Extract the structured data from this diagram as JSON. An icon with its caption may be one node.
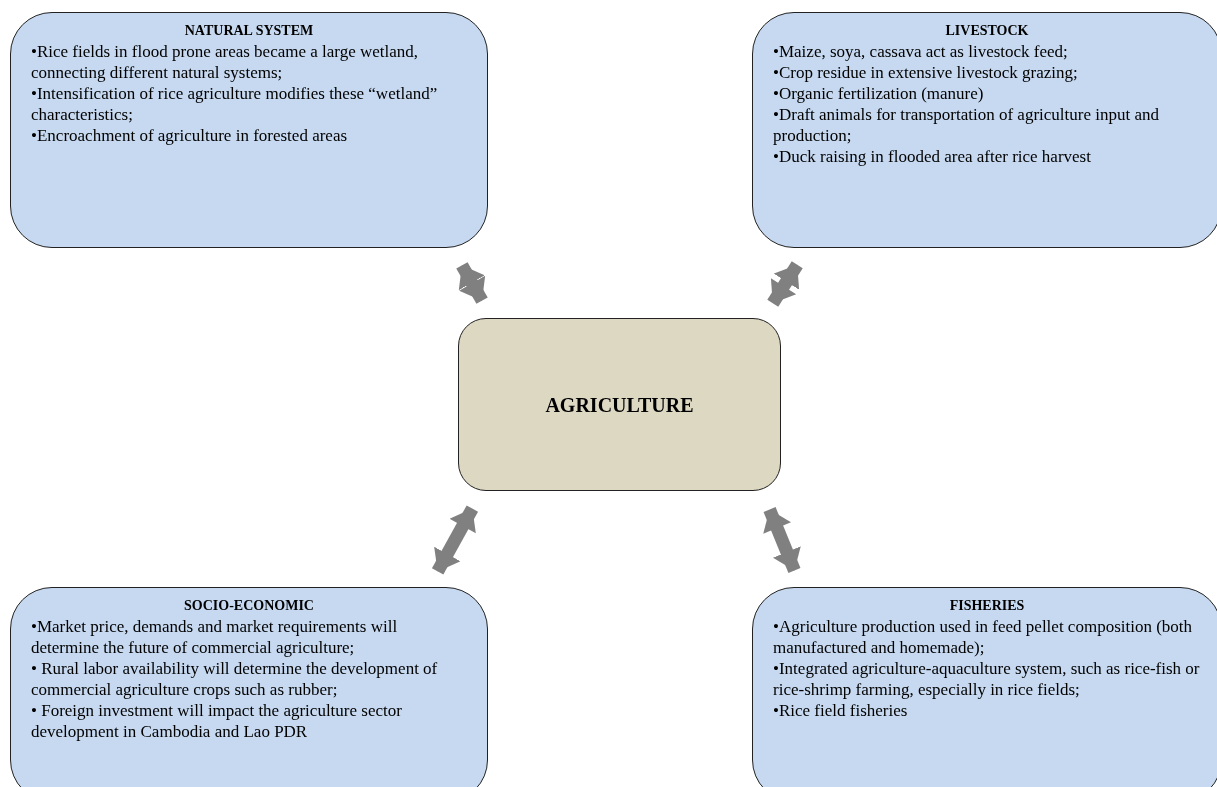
{
  "diagram": {
    "nodes": [
      {
        "text": [
          "NATURAL SYSTEM",
          "•Rice fields in flood prone areas became a large wetland, connecting different natural systems;",
          "•Intensification of rice agriculture modifies these “wetland” characteristics;",
          "•Encroachment of agriculture in forested areas"
        ]
      },
      {
        "text": [
          "LIVESTOCK",
          "•Maize, soya, cassava act as livestock feed;",
          "•Crop residue in extensive livestock grazing;",
          "•Organic fertilization (manure)",
          "•Draft animals for transportation of agriculture input and production;",
          "•Duck raising in flooded area after rice harvest"
        ]
      },
      {
        "text": [
          "AGRICULTURE"
        ]
      },
      {
        "text": [
          "SOCIO-ECONOMIC",
          "•Market price, demands and market requirements will determine the future of commercial agriculture;",
          "• Rural labor availability will determine the development of commercial agriculture crops such as rubber;",
          "• Foreign investment will impact the agriculture sector development in Cambodia and Lao PDR"
        ]
      },
      {
        "text": [
          "FISHERIES",
          "•Agriculture production used in feed pellet composition (both manufactured and homemade);",
          "•Integrated agriculture-aquaculture system, such as rice-fish or rice-shrimp farming, especially in rice fields;",
          "•Rice field fisheries"
        ]
      }
    ],
    "edges": [
      {
        "from": 2,
        "to": 0,
        "arrow": "both"
      },
      {
        "from": 2,
        "to": 1,
        "arrow": "both"
      },
      {
        "from": 2,
        "to": 3,
        "arrow": "both"
      },
      {
        "from": 2,
        "to": 4,
        "arrow": "both"
      }
    ]
  }
}
